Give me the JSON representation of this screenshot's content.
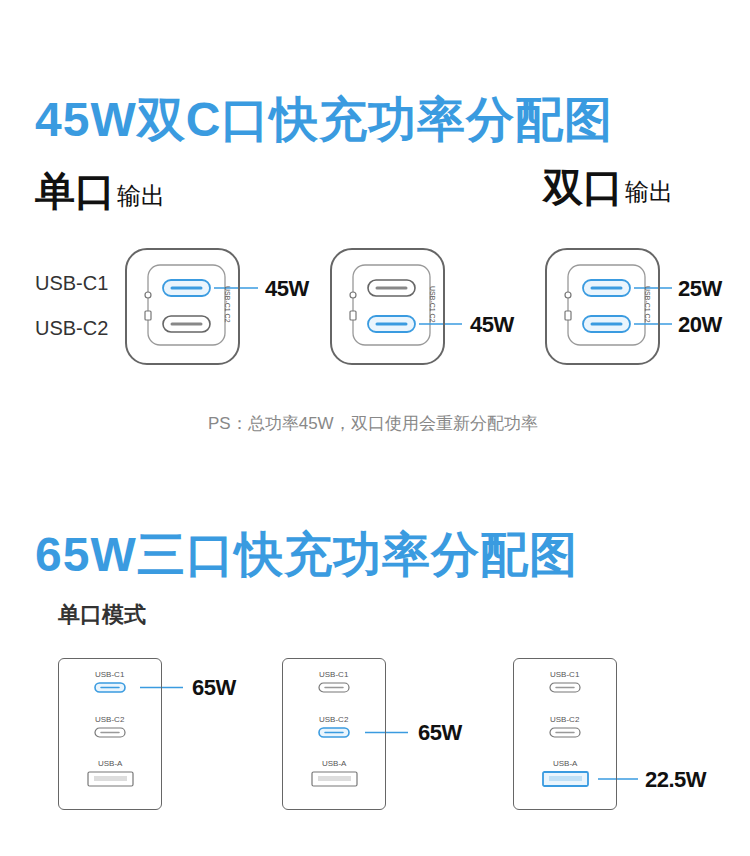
{
  "diagram": {
    "title": "45W双C口快充功率分配图",
    "nodes": [
      {
        "text": [
          "USB-C1 C2"
        ]
      },
      {
        "text": [
          "USB-C1 C2"
        ]
      },
      {
        "text": [
          "USB-C1 C2"
        ]
      },
      {
        "text": [
          "USB-C1",
          "USB-C2",
          "USB-A"
        ]
      },
      {
        "text": [
          "USB-C1",
          "USB-C2",
          "USB-A"
        ]
      },
      {
        "text": [
          "USB-C1",
          "USB-C2",
          "USB-A"
        ]
      }
    ],
    "labels": [
      "单口",
      "输出",
      "双口",
      "输出",
      "USB-C1",
      "USB-C2",
      "45W",
      "45W",
      "25W",
      "20W",
      "PS：总功率45W，双口使用会重新分配功率",
      "65W三口快充功率分配图",
      "单口模式",
      "65W",
      "65W",
      "22.5W"
    ]
  }
}
